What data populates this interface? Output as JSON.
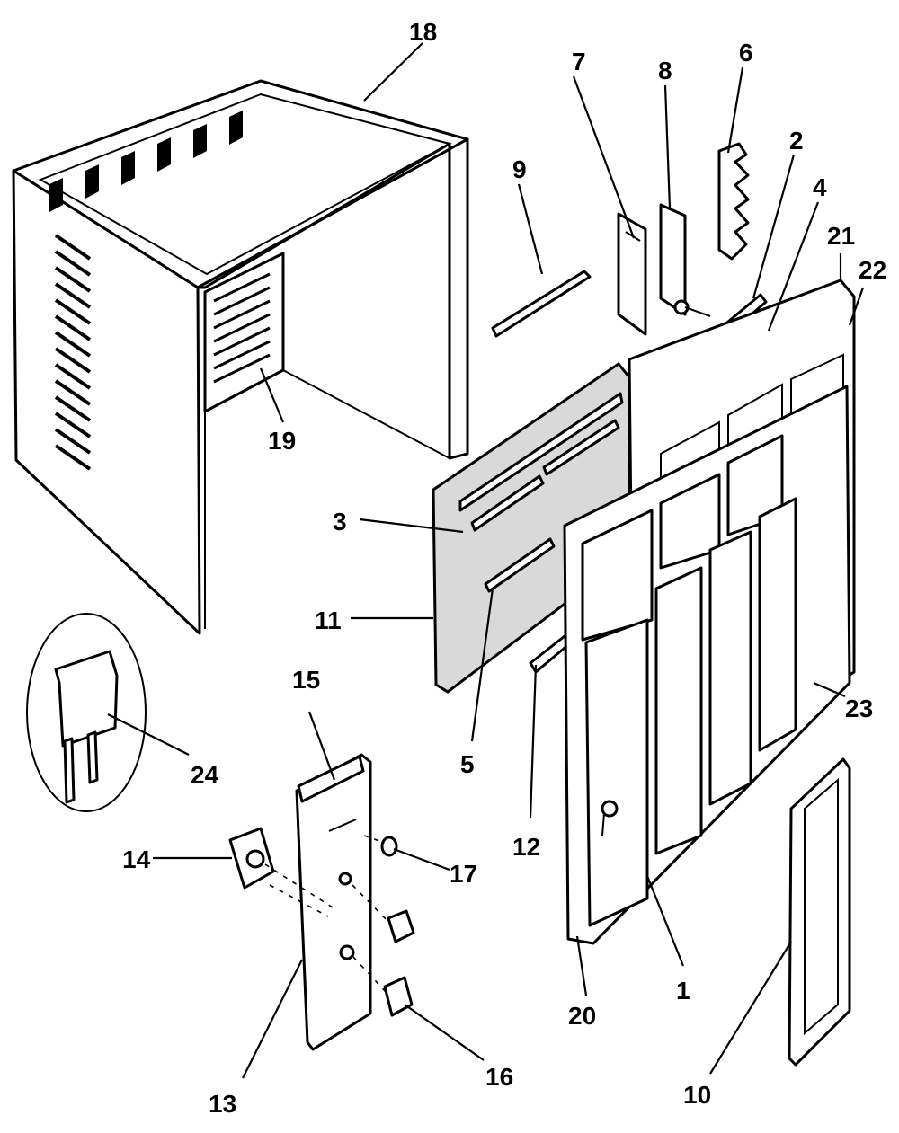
{
  "diagram": {
    "callouts": [
      "1",
      "2",
      "3",
      "4",
      "5",
      "6",
      "7",
      "8",
      "9",
      "10",
      "11",
      "12",
      "13",
      "14",
      "15",
      "16",
      "17",
      "18",
      "19",
      "20",
      "21",
      "22",
      "23",
      "24"
    ]
  }
}
